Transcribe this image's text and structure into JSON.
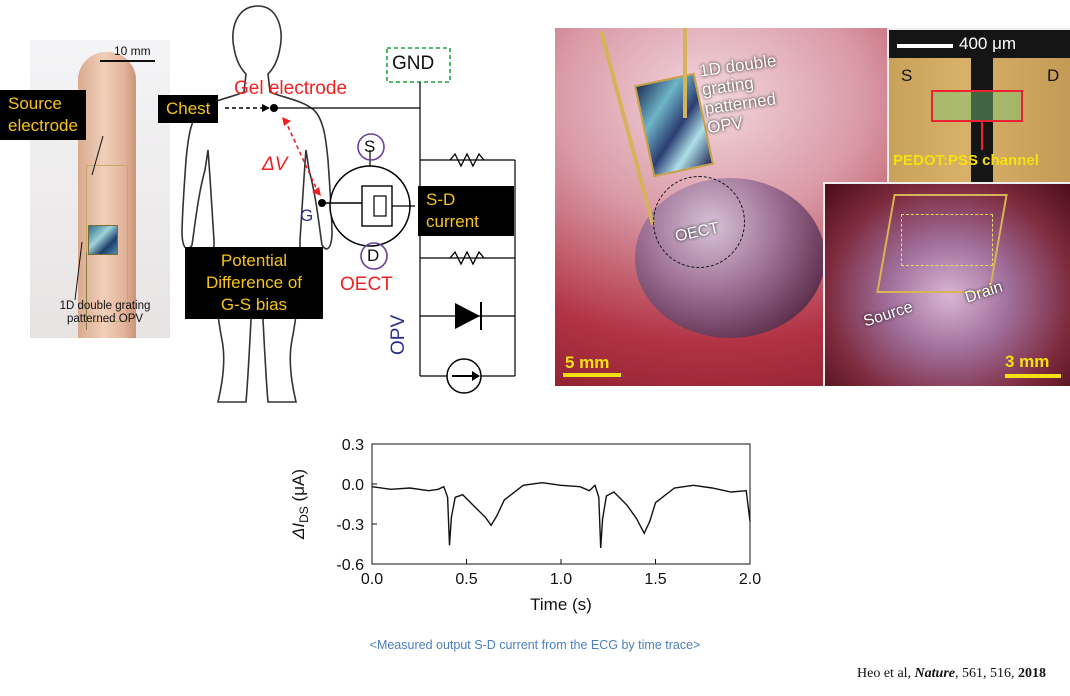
{
  "finger_photo": {
    "scale_bar": "10 mm",
    "source_label_line1": "Source",
    "source_label_line2": "electrode",
    "opv_label_line1": "1D double grating",
    "opv_label_line2": "patterned OPV"
  },
  "body_diagram": {
    "gel_electrode": "Gel electrode",
    "chest": "Chest",
    "delta_v": "ΔV",
    "g": "G",
    "potential_line1": "Potential",
    "potential_line2": "Difference of",
    "potential_line3": "G-S bias",
    "gnd": "GND",
    "s": "S",
    "d": "D",
    "sd_line1": "S-D",
    "sd_line2": "current",
    "oect": "OECT",
    "opv": "OPV"
  },
  "tissue_photo": {
    "opv_line1": "1D double",
    "opv_line2": "grating",
    "opv_line3": "patterned",
    "opv_line4": "OPV",
    "oect": "OECT",
    "scale_main": "5 mm",
    "inset_scale": "400 μm",
    "inset_s": "S",
    "inset_d": "D",
    "channel_label": "PEDOT:PSS channel",
    "source": "Source",
    "drain": "Drain",
    "scale_inset2": "3 mm"
  },
  "chart_data": {
    "type": "line",
    "xlabel": "Time (s)",
    "ylabel_prefix": "ΔI",
    "ylabel_sub": "DS",
    "ylabel_suffix": " (μA)",
    "xlim": [
      0.0,
      2.0
    ],
    "ylim": [
      -0.6,
      0.3
    ],
    "xticks": [
      "0.0",
      "0.5",
      "1.0",
      "1.5",
      "2.0"
    ],
    "yticks": [
      "0.3",
      "0.0",
      "-0.3",
      "-0.6"
    ],
    "x": [
      0.0,
      0.1,
      0.2,
      0.3,
      0.35,
      0.38,
      0.4,
      0.41,
      0.42,
      0.44,
      0.48,
      0.55,
      0.6,
      0.63,
      0.66,
      0.7,
      0.8,
      0.9,
      1.0,
      1.1,
      1.15,
      1.18,
      1.2,
      1.21,
      1.22,
      1.24,
      1.28,
      1.35,
      1.4,
      1.44,
      1.47,
      1.5,
      1.6,
      1.7,
      1.8,
      1.9,
      1.98,
      2.0
    ],
    "y": [
      -0.02,
      -0.04,
      -0.03,
      -0.05,
      -0.04,
      -0.02,
      -0.1,
      -0.46,
      -0.25,
      -0.1,
      -0.08,
      -0.18,
      -0.25,
      -0.31,
      -0.24,
      -0.12,
      -0.01,
      0.01,
      -0.01,
      -0.02,
      -0.05,
      -0.01,
      -0.1,
      -0.48,
      -0.26,
      -0.09,
      -0.06,
      -0.16,
      -0.26,
      -0.37,
      -0.28,
      -0.14,
      -0.03,
      -0.01,
      -0.03,
      -0.06,
      -0.05,
      -0.28
    ]
  },
  "caption": "<Measured output S-D current  from the ECG by time trace>",
  "citation": {
    "authors": "Heo et al, ",
    "journal": "Nature",
    "rest": ", 561, 516, ",
    "year": "2018"
  }
}
